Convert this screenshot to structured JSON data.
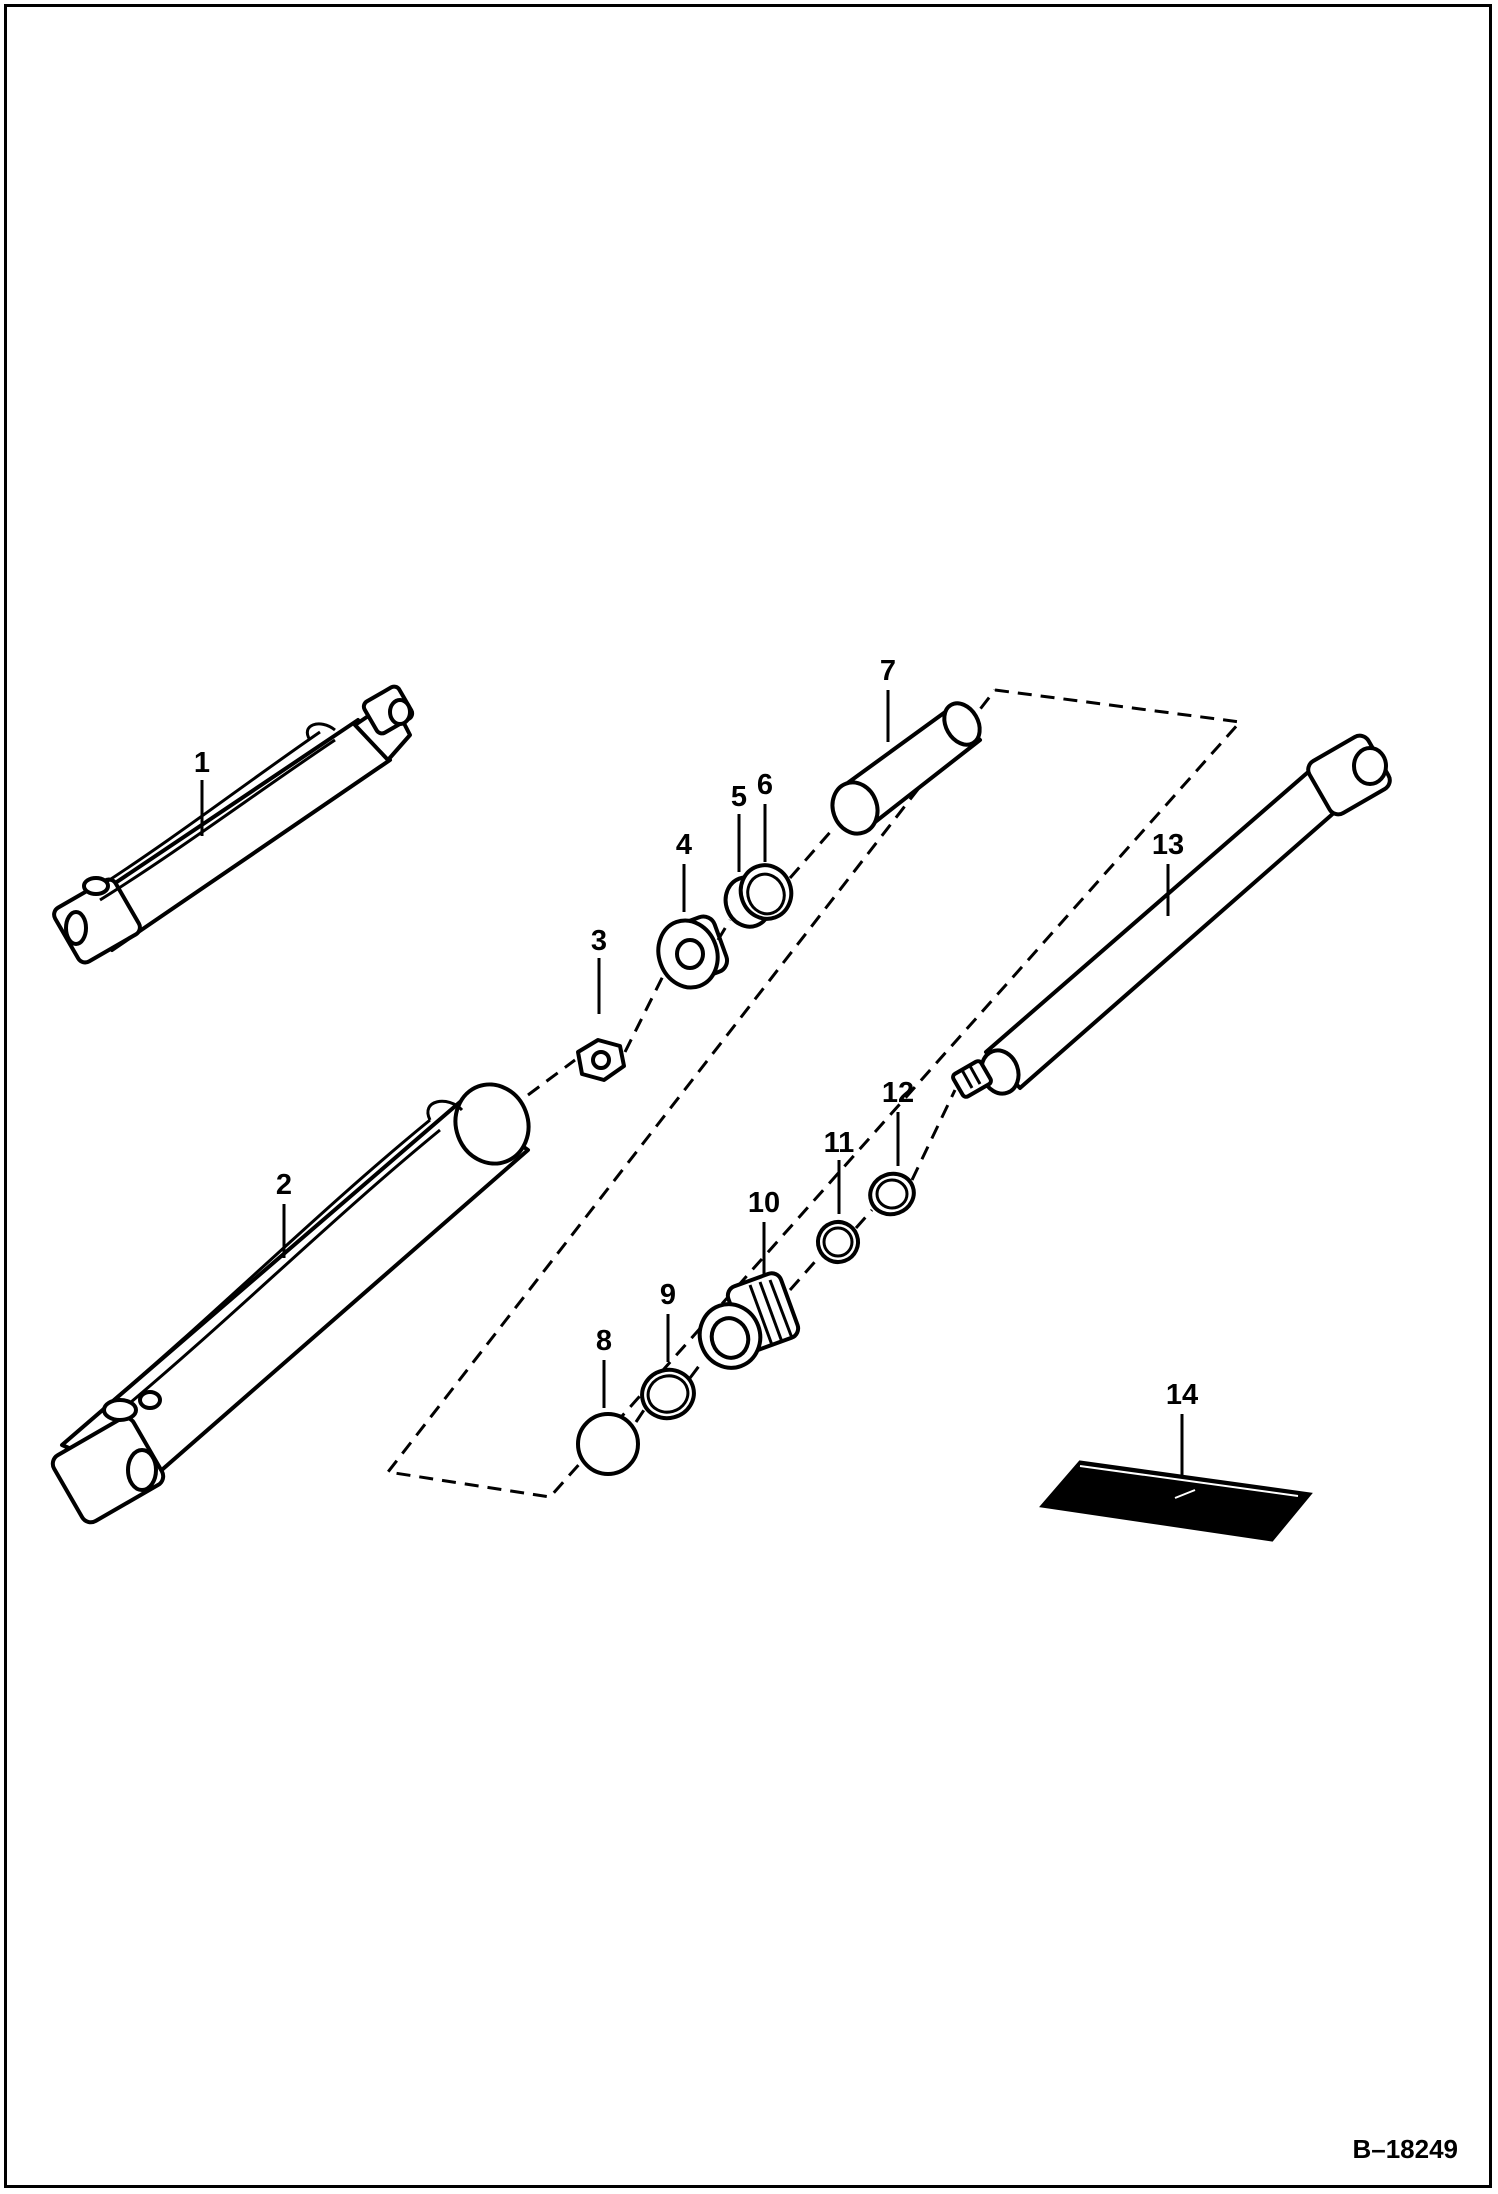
{
  "diagram": {
    "callouts": [
      {
        "id": "1",
        "label": "1"
      },
      {
        "id": "2",
        "label": "2"
      },
      {
        "id": "3",
        "label": "3"
      },
      {
        "id": "4",
        "label": "4"
      },
      {
        "id": "5",
        "label": "5"
      },
      {
        "id": "6",
        "label": "6"
      },
      {
        "id": "7",
        "label": "7"
      },
      {
        "id": "8",
        "label": "8"
      },
      {
        "id": "9",
        "label": "9"
      },
      {
        "id": "10",
        "label": "10"
      },
      {
        "id": "11",
        "label": "11"
      },
      {
        "id": "12",
        "label": "12"
      },
      {
        "id": "13",
        "label": "13"
      },
      {
        "id": "14",
        "label": "14"
      }
    ],
    "reference_code": "B–18249"
  }
}
